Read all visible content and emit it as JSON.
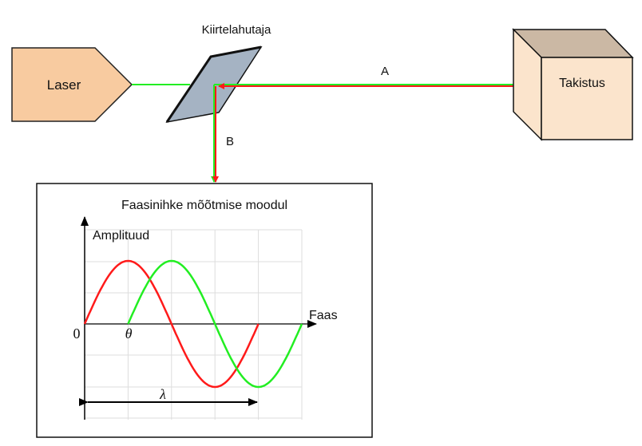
{
  "labels": {
    "laser": "Laser",
    "beam_splitter": "Kiirtelahutaja",
    "target": "Takistus",
    "path_a": "A",
    "path_b": "B",
    "module_title": "Faasinihke mõõtmise moodul"
  },
  "chart_data": {
    "type": "line",
    "ylabel": "Amplituud",
    "xlabel": "Faas",
    "origin_label": "0",
    "phase_label": "θ",
    "wavelength_label": "λ",
    "grid": true,
    "series": [
      {
        "name": "reference",
        "color": "#ff1a1a",
        "phase_start": 0,
        "periods": 1
      },
      {
        "name": "reflected",
        "color": "#22ee22",
        "phase_start": 1,
        "periods": 1
      }
    ],
    "x_units_per_period": 4,
    "xlim": [
      0,
      5
    ],
    "ylim": [
      -1.5,
      1.5
    ]
  },
  "colors": {
    "laser_fill": "#f8cba0",
    "splitter_fill": "#a5b3c3",
    "box_front": "#fbe4cc",
    "box_top": "#cbb8a4",
    "green_beam": "#22ee22",
    "red_beam": "#ff1a1a"
  }
}
